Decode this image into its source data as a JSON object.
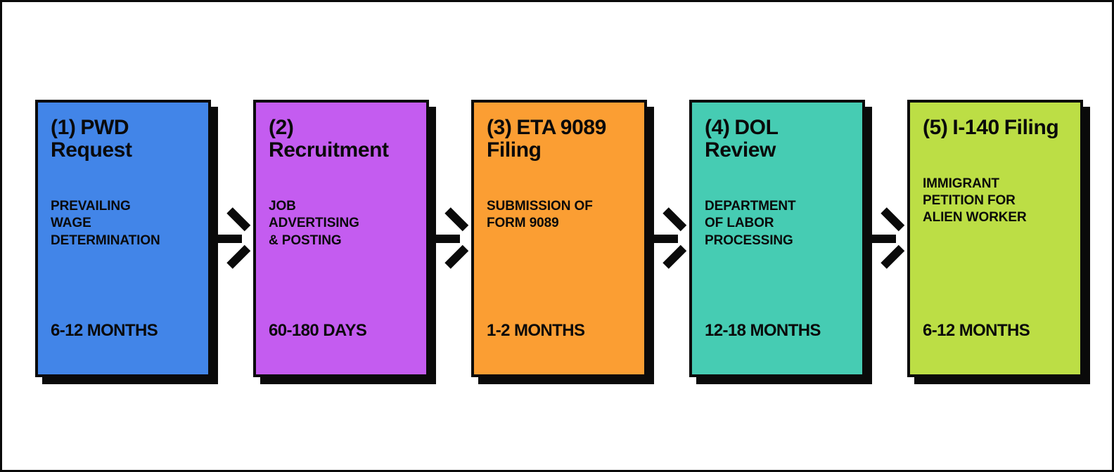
{
  "diagram": {
    "background_color": "#ffffff",
    "border_color": "#0a0a0a",
    "connector_icon": "arrow-right-icon",
    "steps": [
      {
        "title": "(1) PWD Request",
        "description": "PREVAILING\nWAGE\nDETERMINATION",
        "duration": "6-12 MONTHS",
        "color": "#4285E8"
      },
      {
        "title": "(2) Recruitment",
        "description": "JOB\nADVERTISING\n& POSTING",
        "duration": "60-180 DAYS",
        "color": "#C45CF0"
      },
      {
        "title": "(3) ETA 9089 Filing",
        "description": "SUBMISSION OF\nFORM 9089",
        "duration": "1-2 MONTHS",
        "color": "#FB9E33"
      },
      {
        "title": "(4) DOL Review",
        "description": "DEPARTMENT\nOF LABOR\nPROCESSING",
        "duration": "12-18 MONTHS",
        "color": "#46CCB3"
      },
      {
        "title": "(5) I-140 Filing",
        "description": "IMMIGRANT\nPETITION FOR\nALIEN WORKER",
        "duration": "6-12 MONTHS",
        "color": "#BCDE45"
      }
    ]
  }
}
